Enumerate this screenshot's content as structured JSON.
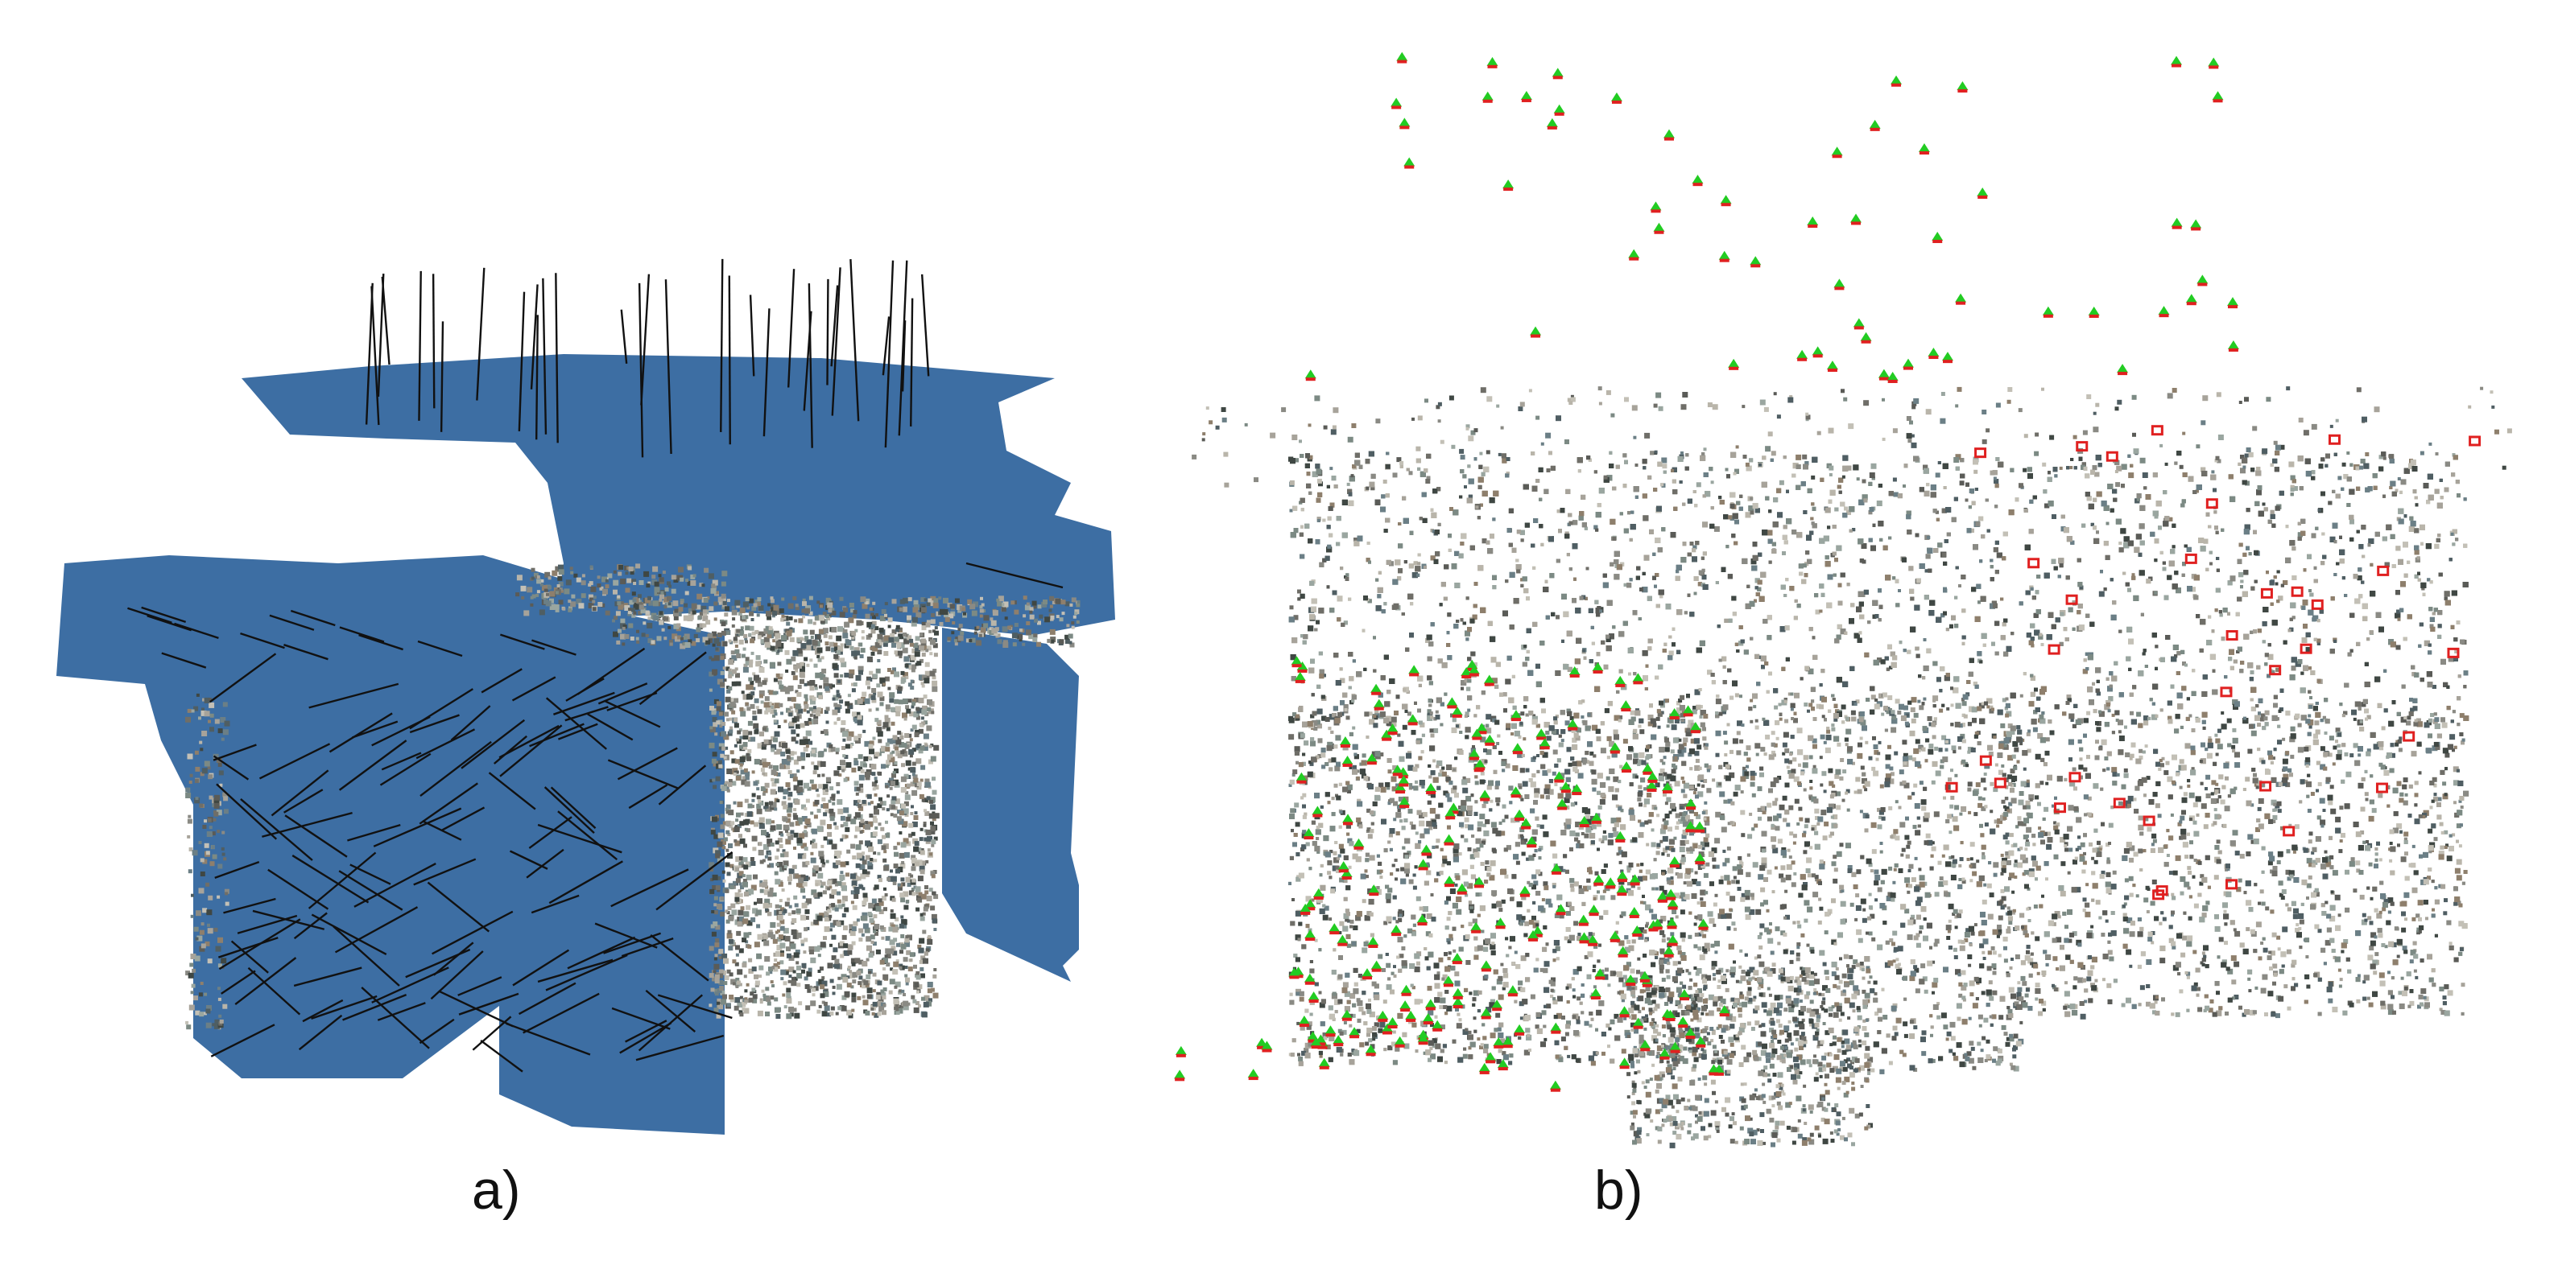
{
  "figure": {
    "panels": [
      {
        "id": "a",
        "label": "a)",
        "description_colors": {
          "plane": "#3d6ea3",
          "normal_line": "#111111"
        }
      },
      {
        "id": "b",
        "label": "b)",
        "description_colors": {
          "camera_pose": "#22cc22",
          "camera_marker": "#e02020"
        }
      }
    ]
  },
  "colors": {
    "background": "#ffffff",
    "plane_blue": "#3d6ea3",
    "normal_black": "#111111",
    "camera_green": "#22cc22",
    "camera_red": "#e02020",
    "points_gray": "#8a8a84"
  }
}
